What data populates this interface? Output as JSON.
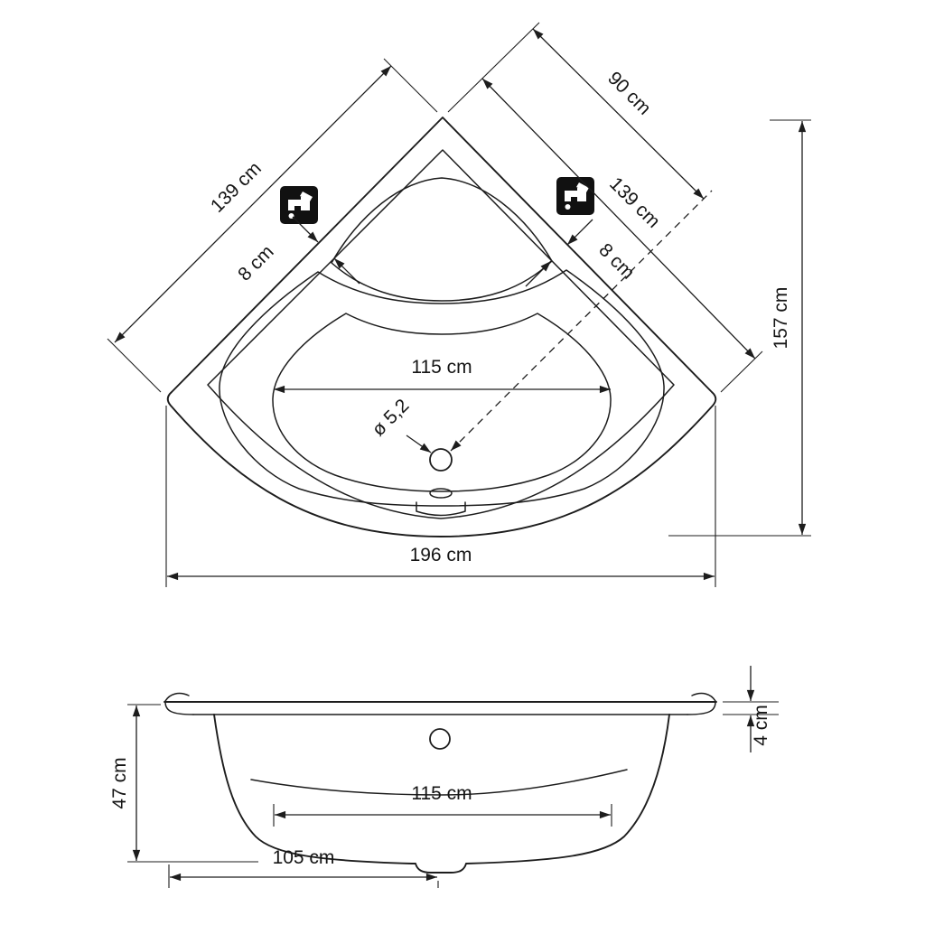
{
  "colors": {
    "line": "#1d1d1d",
    "background": "#ffffff",
    "icon_bg": "#111111",
    "icon_glyph": "#ffffff"
  },
  "icons": {
    "left": "faucet-icon",
    "right": "faucet-icon"
  },
  "top_view": {
    "left_139": "139 cm",
    "right_90": "90 cm",
    "right_139": "139 cm",
    "wall_left_8": "8 cm",
    "wall_right_8": "8 cm",
    "inner_115": "115 cm",
    "drain": "ø 5,2",
    "height_157": "157 cm",
    "width_196": "196 cm"
  },
  "side_view": {
    "depth_47": "47 cm",
    "rim_4": "4 cm",
    "inner_115": "115 cm",
    "offset_105": "105 cm"
  }
}
